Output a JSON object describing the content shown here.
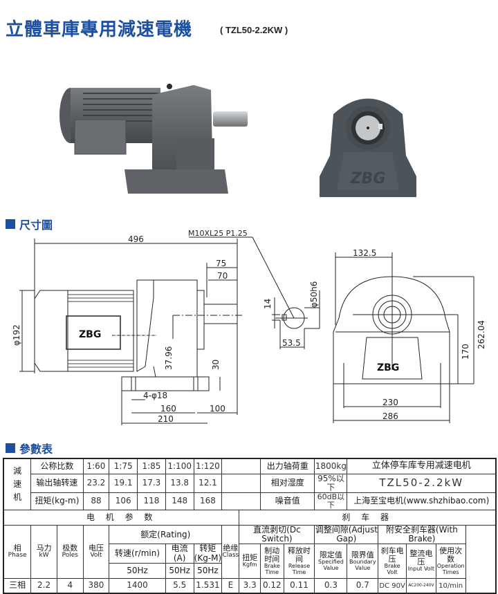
{
  "header": {
    "title": "立體車庫專用減速電機",
    "model": "( TZL50-2.2KW )"
  },
  "photos": {
    "side_view": "gear-motor-side-photo",
    "front_view": "gear-motor-front-photo"
  },
  "sections": {
    "dimensions": "尺寸圖",
    "parameters": "參數表"
  },
  "drawing": {
    "brand": "ZBG",
    "side": {
      "overall_length": "496",
      "thread": "M10XL25 P1.25",
      "shaft_75": "75",
      "shaft_70": "70",
      "diameter_motor": "φ192",
      "height_37_96": "37.96",
      "height_30": "30",
      "holes": "4-φ18",
      "base_160": "160",
      "base_210": "210",
      "offset_100": "100"
    },
    "shaft": {
      "key_14": "14",
      "diameter": "φ50h6",
      "depth_53_5": "53.5"
    },
    "front": {
      "half_width": "132.5",
      "total_height": "262.04",
      "center_height": "170",
      "hole_span": "230",
      "base_width": "286"
    }
  },
  "table": {
    "reducer_label": [
      "減",
      "速",
      "机"
    ],
    "ratio_label": "公称比数",
    "speed_label": "输出轴转速",
    "torque_label": "扭矩(kg-m)",
    "ratios": [
      "1:60",
      "1:75",
      "1:85",
      "1:100",
      "1:120"
    ],
    "speeds": [
      "23.2",
      "19.1",
      "17.3",
      "13.8",
      "12.1"
    ],
    "torques": [
      "88",
      "106",
      "118",
      "148",
      "168"
    ],
    "load_label": "出力轴荷重",
    "load_value": "1800kg",
    "humidity_label": "相对湿度",
    "humidity_value": "95%以下",
    "noise_label": "噪音值",
    "noise_value": "60dB以下",
    "product_name": "立体停车库专用减速电机",
    "product_model": "TZL50-2.2kW",
    "company": "上海至宝电机(www.shzhibao.com)",
    "motor_params": "电 机 参 数",
    "brake": "刹  车  器",
    "phase_cn": "相",
    "phase_en": "Phase",
    "power_cn": "马力",
    "power_en": "kW",
    "poles_cn": "极数",
    "poles_en": "Poles",
    "volt_cn": "电压",
    "volt_en": "Volt",
    "rating": "额定(Rating)",
    "rpm": "转速(r/min)",
    "current": "电流(A)",
    "rated_torque": "转矩(Kg-M)",
    "hz": "50Hz",
    "insulation_cn": "绝缘",
    "insulation_en": "Class",
    "dc_switch": "直流剥切(Dc Switch)",
    "adjust_gap": "调整间隙(Adjust Gap)",
    "with_brake": "附安全刹车器(With Brake)",
    "brake_torque_cn": "扭矩",
    "brake_torque_en": "Kgfm",
    "brake_time_cn": "制动时间",
    "brake_time_en": "Brake Time",
    "release_time_cn": "释放时间",
    "release_time_en": "Release Time",
    "specified_cn": "限定值",
    "specified_en": "Specified Value",
    "boundary_cn": "限界值",
    "boundary_en": "Boundary Value",
    "brake_volt_cn": "刹车电压",
    "brake_volt_en": "Brake Volt",
    "input_volt_cn": "整流电压",
    "input_volt_en": "Input Volt",
    "op_times_cn": "使用次数",
    "op_times_en": "Operation Times",
    "values": {
      "phase": "三相",
      "power": "2.2",
      "poles": "4",
      "volt": "380",
      "rpm": "1400",
      "current": "5.5",
      "torque": "1.531",
      "insulation": "E",
      "brake_torque": "3.3",
      "brake_time": "0.12",
      "release_time": "0.11",
      "specified": "0.3",
      "boundary": "0.7",
      "brake_volt": "DC 90V",
      "input_volt": "AC200-240V",
      "op_times": "10/min"
    }
  }
}
